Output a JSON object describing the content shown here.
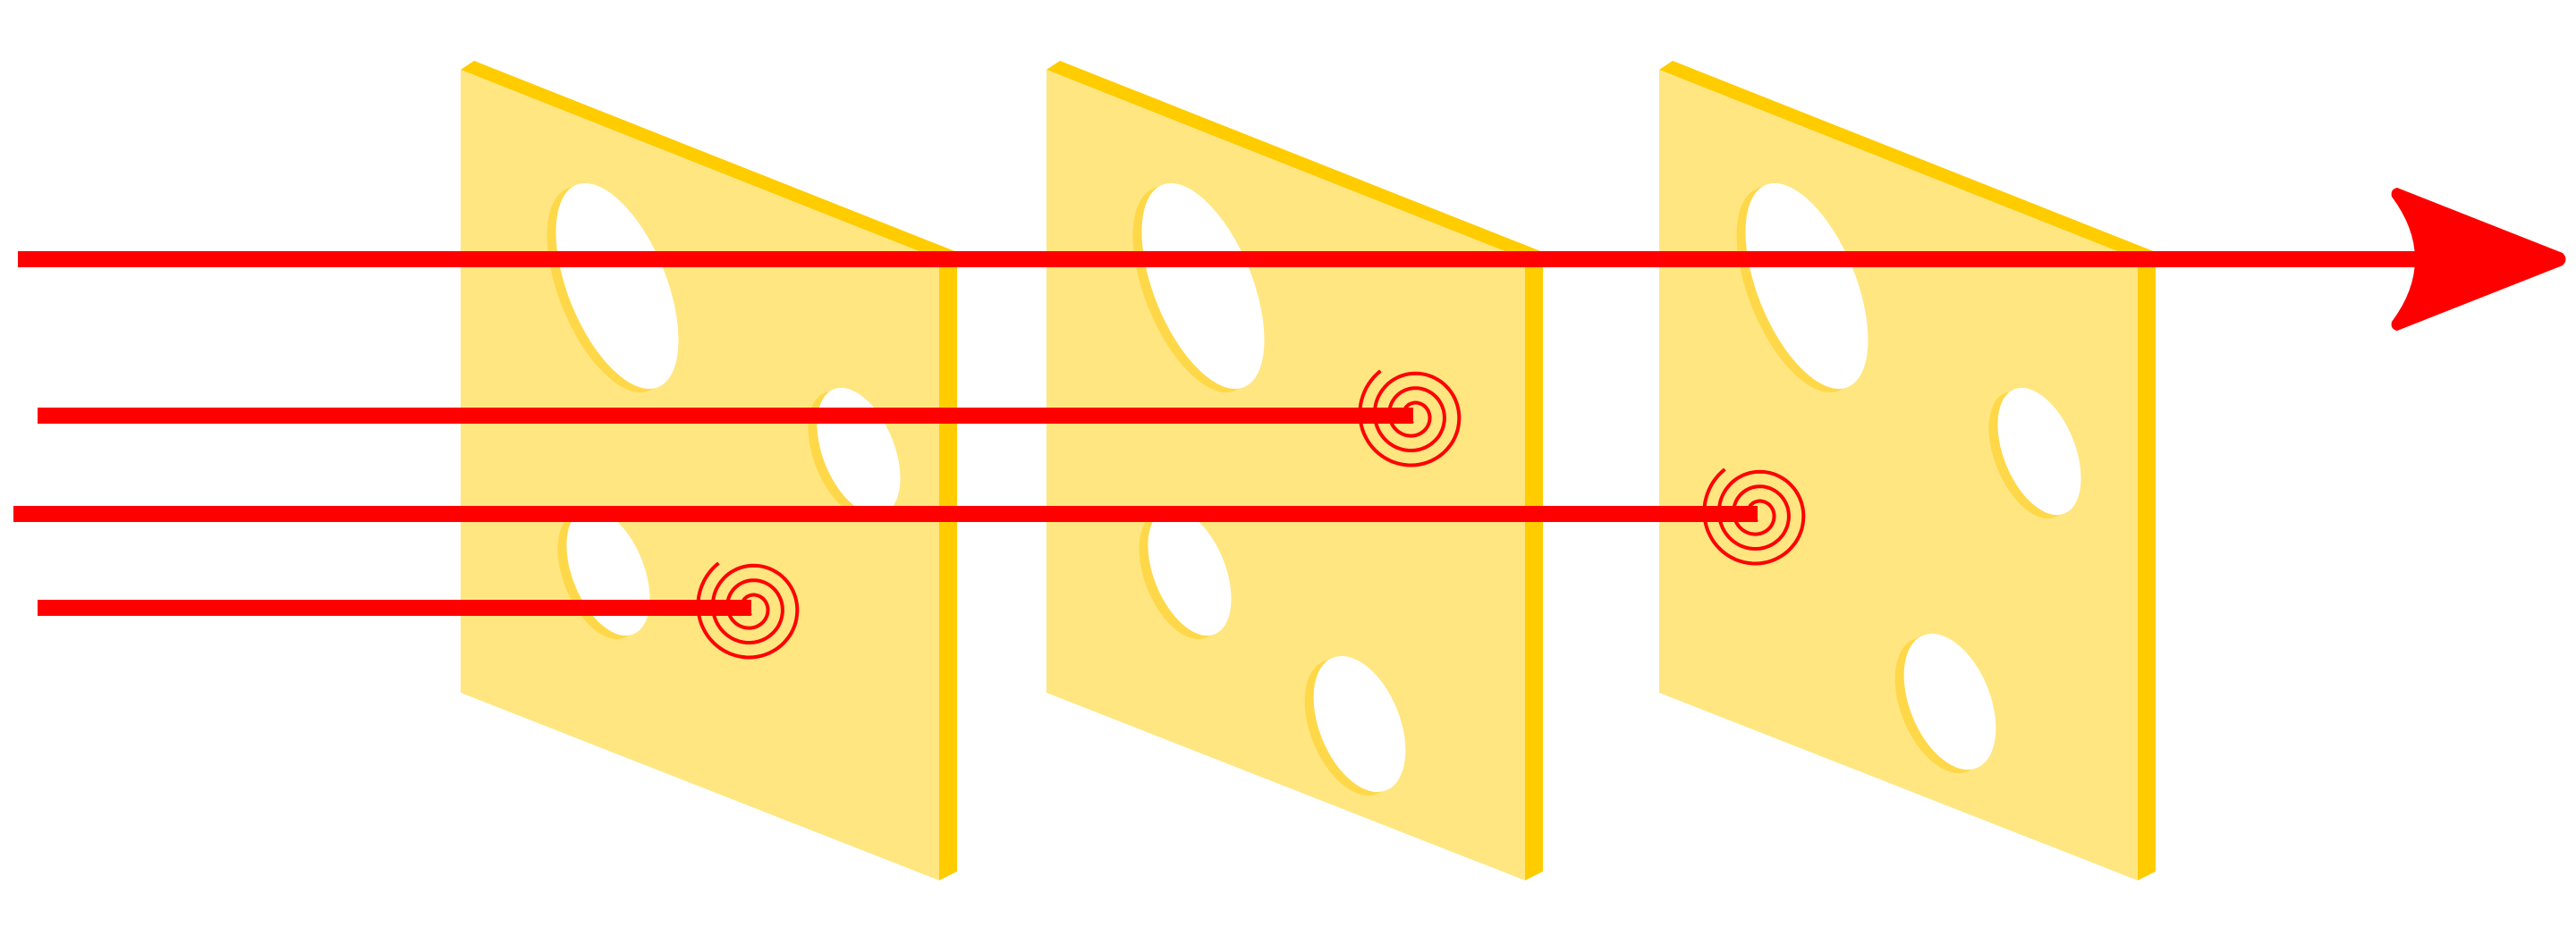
{
  "diagram": {
    "slice_count": 3,
    "blocked_arrows": 3,
    "passing_arrows": 1,
    "colors": {
      "background": "#ffffff",
      "slice_face": "#FFE680",
      "slice_edge": "#FFCC00",
      "hole_shadow": "#FFD84A",
      "hole": "#ffffff",
      "arrow": "#FF0000"
    }
  }
}
